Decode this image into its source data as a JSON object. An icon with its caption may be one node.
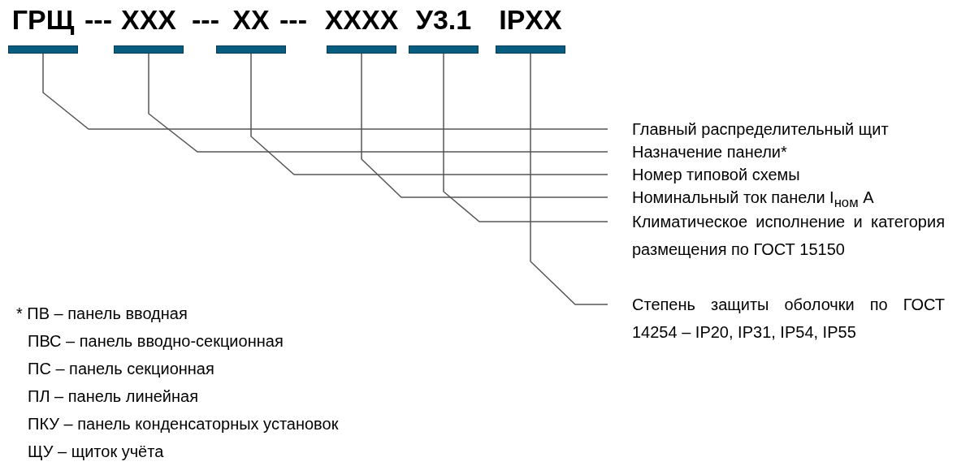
{
  "diagram": {
    "nodes": [
      {
        "text": [
          "ГРЩ"
        ]
      },
      {
        "text": [
          "ХХХ"
        ]
      },
      {
        "text": [
          "ХХ"
        ]
      },
      {
        "text": [
          "ХХХХ"
        ]
      },
      {
        "text": [
          "У3.1"
        ]
      },
      {
        "text": [
          "IPХХ"
        ]
      },
      {
        "text": [
          "Главный распределительный щит"
        ]
      },
      {
        "text": [
          "Назначение панели*"
        ]
      },
      {
        "text": [
          "Номер типовой схемы"
        ]
      },
      {
        "text": [
          "Номинальный ток панели I$_{ном}$ А"
        ]
      },
      {
        "text": [
          "Климатическое исполнение и категория размещения по ГОСТ 15150"
        ]
      },
      {
        "text": [
          "Степень защиты оболочки по ГОСТ 14254 – IP20, IP31, IP54, IP55"
        ]
      }
    ],
    "edges": [
      {
        "from": 0,
        "to": 6,
        "arrow": "none"
      },
      {
        "from": 1,
        "to": 7,
        "arrow": "none"
      },
      {
        "from": 2,
        "to": 8,
        "arrow": "none"
      },
      {
        "from": 3,
        "to": 9,
        "arrow": "none"
      },
      {
        "from": 4,
        "to": 10,
        "arrow": "none"
      },
      {
        "from": 5,
        "to": 11,
        "arrow": "none"
      }
    ],
    "labels": [
      "---",
      "---",
      "---",
      "* ПВ – панель вводная",
      "ПВС – панель вводно-секционная",
      "ПС – панель секционная",
      "ПЛ – панель линейная",
      "ПКУ – панель конденсаторных установок",
      "ЩУ – щиток учёта"
    ]
  }
}
